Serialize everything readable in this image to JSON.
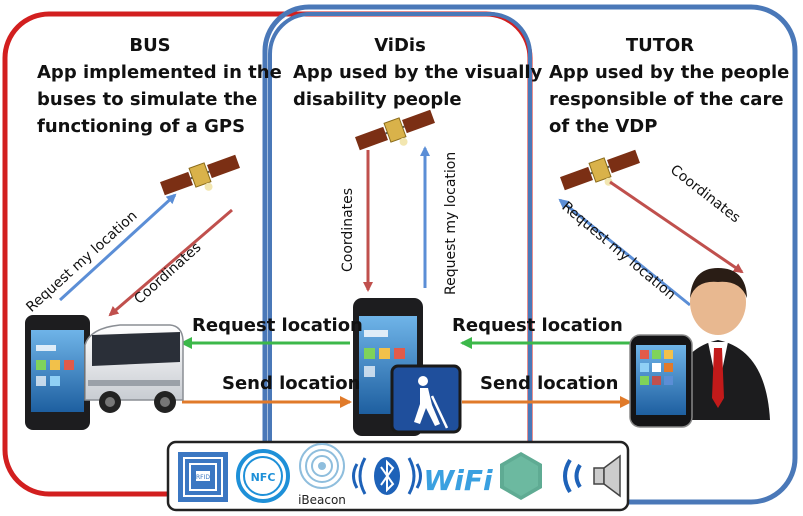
{
  "sections": {
    "bus": {
      "title": "BUS",
      "lines": [
        "App implemented in the",
        "buses to simulate the",
        "functioning of a GPS"
      ]
    },
    "vidis": {
      "title": "ViDis",
      "lines": [
        "App used by the visually",
        "disability people"
      ]
    },
    "tutor": {
      "title": "TUTOR",
      "lines": [
        "App used by the people",
        "responsible of the care",
        "of the VDP"
      ]
    }
  },
  "satellite_links": {
    "bus_request": "Request my location",
    "bus_coordinates": "Coordinates",
    "vidis_coordinates": "Coordinates",
    "vidis_request": "Request my location",
    "tutor_request": "Request my location",
    "tutor_coordinates": "Coordinates"
  },
  "device_links": {
    "left_request": "Request location",
    "left_send": "Send location",
    "right_request": "Request location",
    "right_send": "Send location"
  },
  "technology_bar": {
    "items": [
      "RFID",
      "NFC",
      "iBeacon",
      "Bluetooth",
      "WiFi",
      "Beacon tag",
      "Audio"
    ],
    "ibeacon_label": "iBeacon",
    "rfid_label": "RFID",
    "nfc_label": "NFC",
    "wifi_label": "WiFi"
  },
  "colors": {
    "bus_border": "#d21f1f",
    "vidis_border": "#4a78b8",
    "tutor_border": "#4a78b8",
    "request_arrow": "#5b8ed6",
    "coordinates_arrow": "#c0504d",
    "request_location_arrow": "#3cb84a",
    "send_location_arrow": "#e07a2a"
  }
}
